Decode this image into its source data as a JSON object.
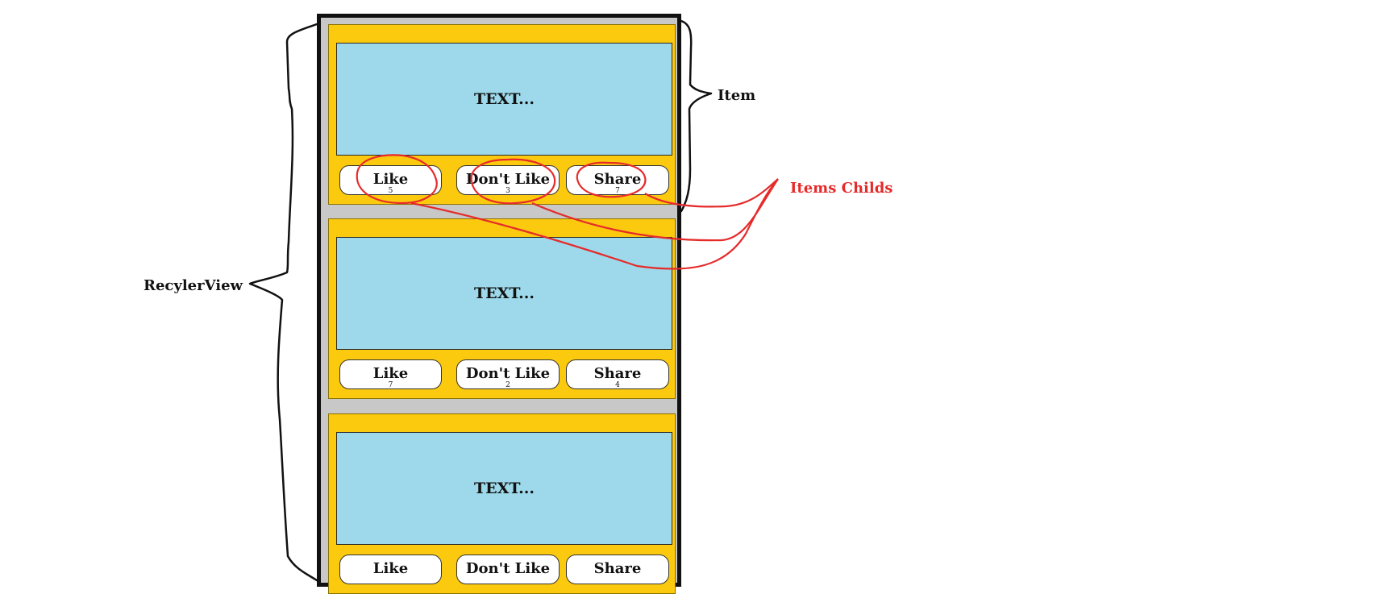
{
  "labels": {
    "recycler_view": "RecylerView",
    "item": "Item",
    "items_childs": "Items Childs"
  },
  "items": [
    {
      "text": "TEXT...",
      "buttons": {
        "like": {
          "label": "Like",
          "count": "5"
        },
        "dislike": {
          "label": "Don't Like",
          "count": "3"
        },
        "share": {
          "label": "Share",
          "count": "7"
        }
      }
    },
    {
      "text": "TEXT...",
      "buttons": {
        "like": {
          "label": "Like",
          "count": "7"
        },
        "dislike": {
          "label": "Don't Like",
          "count": "2"
        },
        "share": {
          "label": "Share",
          "count": "4"
        }
      }
    },
    {
      "text": "TEXT...",
      "buttons": {
        "like": {
          "label": "Like",
          "count": ""
        },
        "dislike": {
          "label": "Don't Like",
          "count": ""
        },
        "share": {
          "label": "Share",
          "count": ""
        }
      }
    }
  ],
  "colors": {
    "item_background": "#fbc90e",
    "text_panel": "#9dd9ea",
    "list_background": "#c8c8c8",
    "frame_border": "#111111",
    "annotation_red": "#e62a2a"
  }
}
